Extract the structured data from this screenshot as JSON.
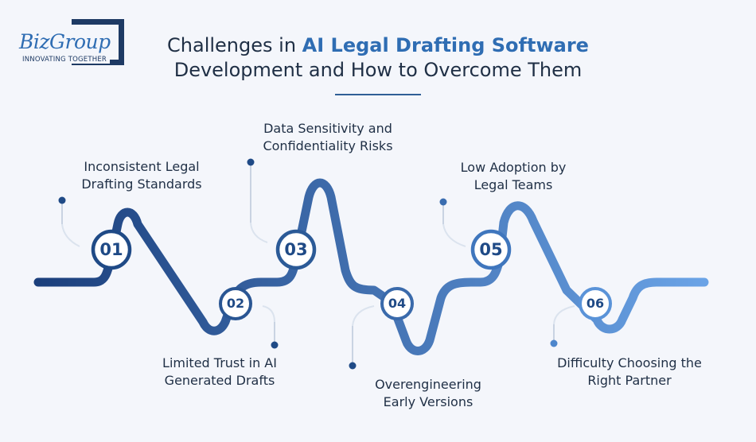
{
  "logo": {
    "name": "BizGroup",
    "tagline": "INNOVATING TOGETHER"
  },
  "header": {
    "title_prefix": "Challenges in ",
    "title_highlight": "AI Legal Drafting Software",
    "title_line2": "Development and How to Overcome Them"
  },
  "steps": [
    {
      "number": "01",
      "line1": "Inconsistent Legal",
      "line2": "Drafting Standards"
    },
    {
      "number": "02",
      "line1": "Limited Trust in AI",
      "line2": "Generated Drafts"
    },
    {
      "number": "03",
      "line1": "Data Sensitivity and",
      "line2": "Confidentiality Risks"
    },
    {
      "number": "04",
      "line1": "Overengineering",
      "line2": "Early Versions"
    },
    {
      "number": "05",
      "line1": "Low Adoption by",
      "line2": "Legal Teams"
    },
    {
      "number": "06",
      "line1": "Difficulty Choosing the",
      "line2": "Right Partner"
    }
  ],
  "colors": {
    "wave_start": "#1b3f7c",
    "wave_end": "#6aa3e6",
    "text": "#1f2f45",
    "accent": "#2f6db3"
  }
}
